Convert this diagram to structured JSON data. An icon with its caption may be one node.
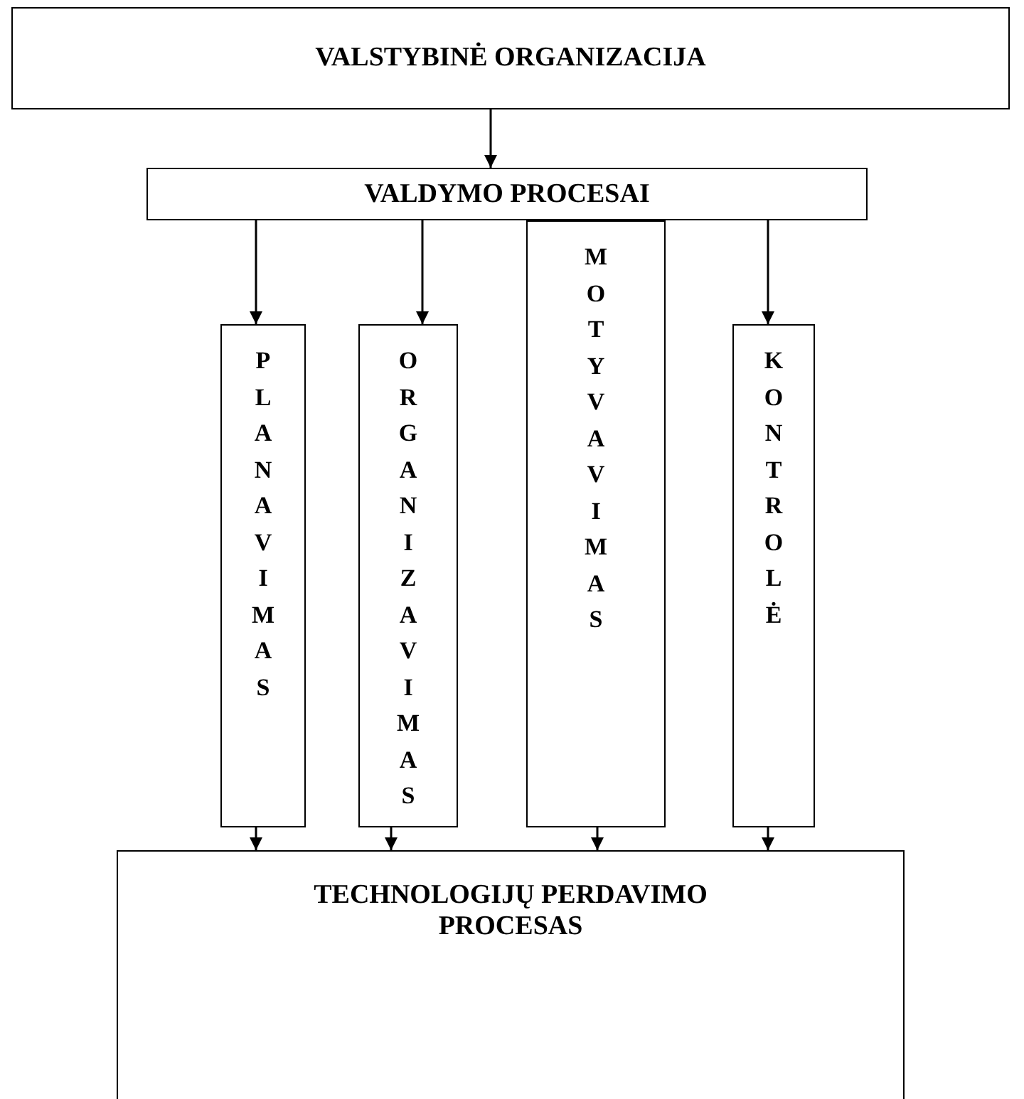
{
  "diagram": {
    "nodes": [
      {
        "text": [
          "VALSTYBINĖ ORGANIZACIJA"
        ]
      },
      {
        "text": [
          "VALDYMO PROCESAI"
        ]
      },
      {
        "text": [
          "PLANAVIMAS"
        ]
      },
      {
        "text": [
          "ORGANIZAVIMAS"
        ]
      },
      {
        "text": [
          "MOTYVAVIMAS"
        ]
      },
      {
        "text": [
          "KONTROLĖ"
        ]
      },
      {
        "text": [
          "TECHNOLOGIJŲ PERDAVIMO PROCESAS"
        ]
      }
    ],
    "edges": [
      {
        "from": 0,
        "to": 1,
        "arrow": "to"
      },
      {
        "from": 1,
        "to": 2,
        "arrow": "to"
      },
      {
        "from": 1,
        "to": 3,
        "arrow": "to"
      },
      {
        "from": 1,
        "to": 5,
        "arrow": "to"
      },
      {
        "from": 2,
        "to": 6,
        "arrow": "to"
      },
      {
        "from": 3,
        "to": 6,
        "arrow": "to"
      },
      {
        "from": 4,
        "to": 6,
        "arrow": "to"
      },
      {
        "from": 5,
        "to": 6,
        "arrow": "to"
      }
    ]
  }
}
